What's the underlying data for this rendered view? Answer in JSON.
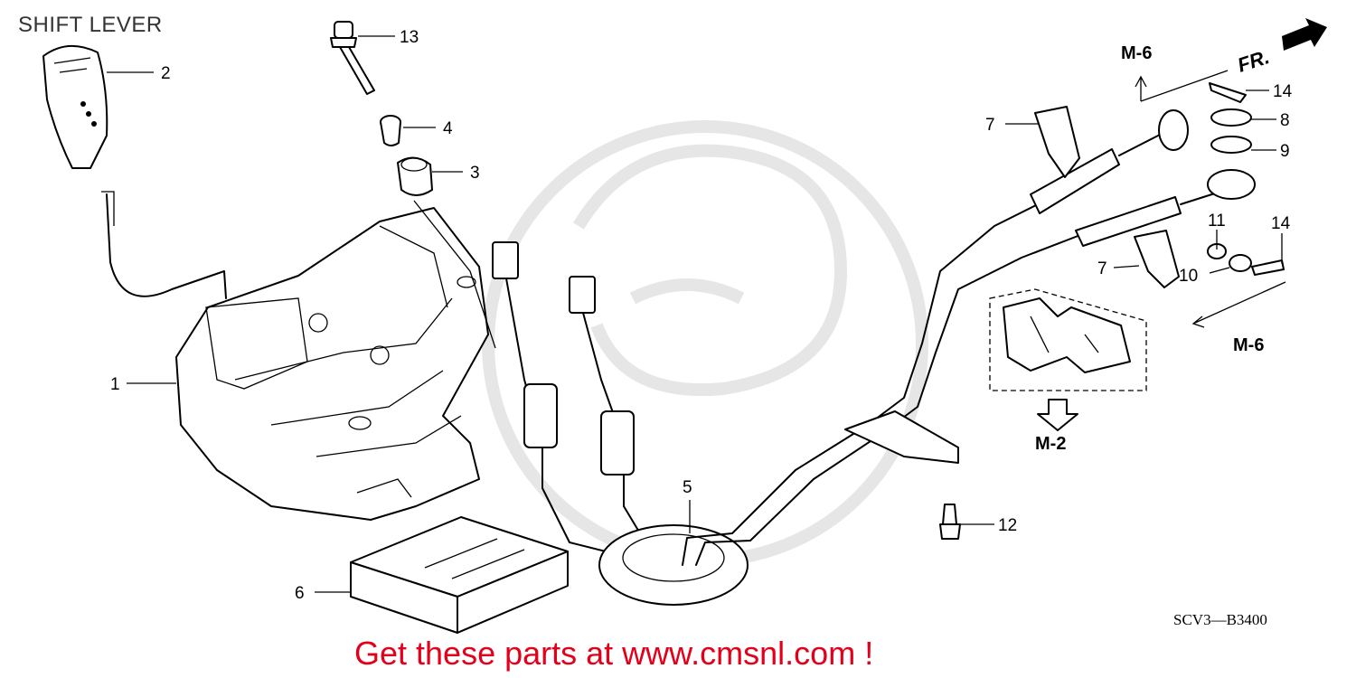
{
  "title": "SHIFT LEVER",
  "diagram_code": "SCV3—B3400",
  "promo_text": "Get these parts at www.cmsnl.com !",
  "promo_color": "#e3001b",
  "direction_label": "FR.",
  "references": {
    "m6_top": "M-6",
    "m6_right": "M-6",
    "m2": "M-2"
  },
  "callouts": {
    "c1": "1",
    "c2": "2",
    "c3": "3",
    "c4": "4",
    "c5": "5",
    "c6": "6",
    "c7a": "7",
    "c7b": "7",
    "c8": "8",
    "c9": "9",
    "c10": "10",
    "c11": "11",
    "c12": "12",
    "c13": "13",
    "c14a": "14",
    "c14b": "14"
  },
  "icons": {
    "watermark": "cmsnl-watermark-logo",
    "direction": "forward-arrow-icon",
    "reference": "down-outline-arrow-icon"
  }
}
